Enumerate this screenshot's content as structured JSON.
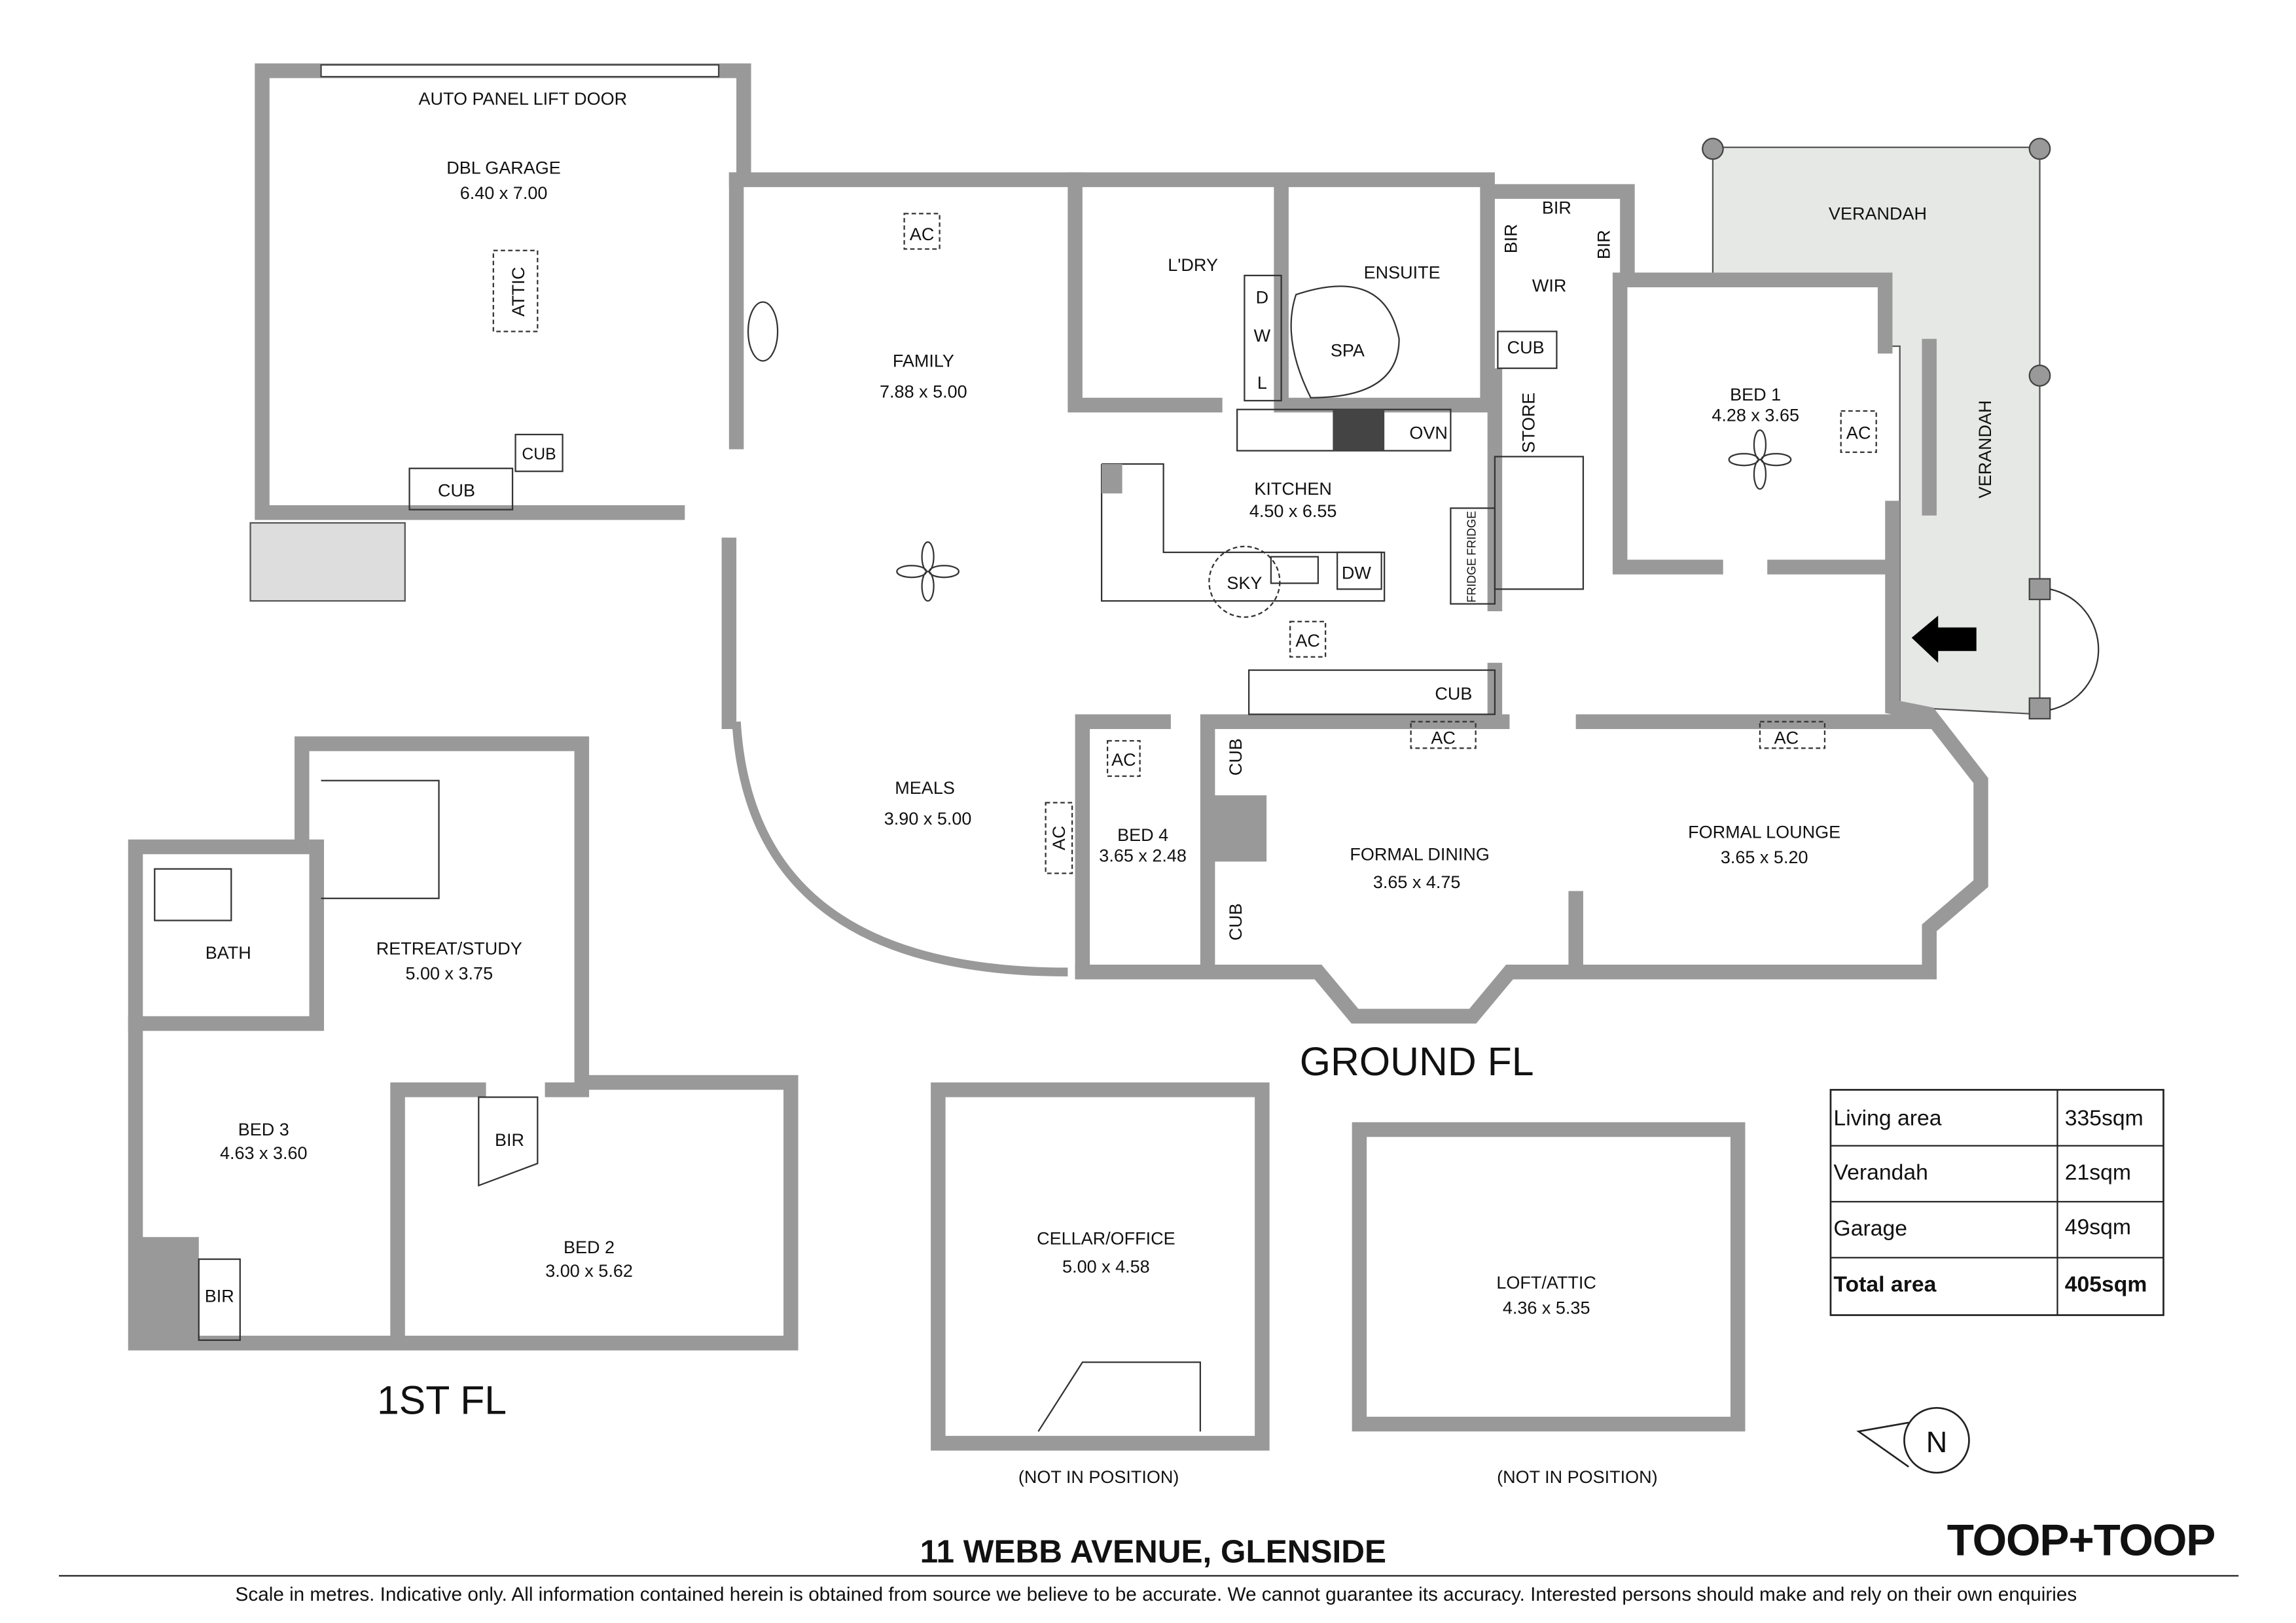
{
  "floors": {
    "ground_title": "GROUND FL",
    "first_title": "1ST FL",
    "cellar_note": "(NOT IN POSITION)",
    "loft_note": "(NOT IN POSITION)"
  },
  "rooms": {
    "garage_door": "AUTO PANEL LIFT DOOR",
    "garage": "DBL GARAGE",
    "garage_dim": "6.40 x 7.00",
    "attic": "ATTIC",
    "cub": "CUB",
    "family": "FAMILY",
    "family_dim": "7.88 x 5.00",
    "meals": "MEALS",
    "meals_dim": "3.90 x 5.00",
    "ldry": "L'DRY",
    "d": "D",
    "w": "W",
    "l": "L",
    "ensuite": "ENSUITE",
    "spa": "SPA",
    "bir": "BIR",
    "wir": "WIR",
    "store": "STORE",
    "kitchen": "KITCHEN",
    "kitchen_dim": "4.50 x 6.55",
    "ovn": "OVN",
    "dw": "DW",
    "sky": "SKY",
    "fridge": "FRIDGE",
    "verandah": "VERANDAH",
    "bed1": "BED 1",
    "bed1_dim": "4.28 x 3.65",
    "bed4": "BED 4",
    "bed4_dim": "3.65 x 2.48",
    "dining": "FORMAL DINING",
    "dining_dim": "3.65 x 4.75",
    "lounge": "FORMAL LOUNGE",
    "lounge_dim": "3.65 x 5.20",
    "ac": "AC",
    "bath": "BATH",
    "retreat": "RETREAT/STUDY",
    "retreat_dim": "5.00 x 3.75",
    "bed3": "BED 3",
    "bed3_dim": "4.63 x 3.60",
    "bed2": "BED 2",
    "bed2_dim": "3.00 x 5.62",
    "cellar": "CELLAR/OFFICE",
    "cellar_dim": "5.00 x 4.58",
    "loft": "LOFT/ATTIC",
    "loft_dim": "4.36 x 5.35"
  },
  "area_table": [
    {
      "label": "Living area",
      "value": "335sqm"
    },
    {
      "label": "Verandah",
      "value": "21sqm"
    },
    {
      "label": "Garage",
      "value": "49sqm"
    },
    {
      "label": "Total area",
      "value": "405sqm"
    }
  ],
  "compass": "N",
  "address": "11 WEBB AVENUE, GLENSIDE",
  "brand": "TOOP+TOOP",
  "disclaimer": "Scale in metres. Indicative only. All information contained herein is obtained from source we believe to be accurate. We cannot guarantee its accuracy. Interested persons should make and rely on their own enquiries",
  "colors": {
    "wall": "#999999",
    "verandah": "#e6e8e6"
  }
}
